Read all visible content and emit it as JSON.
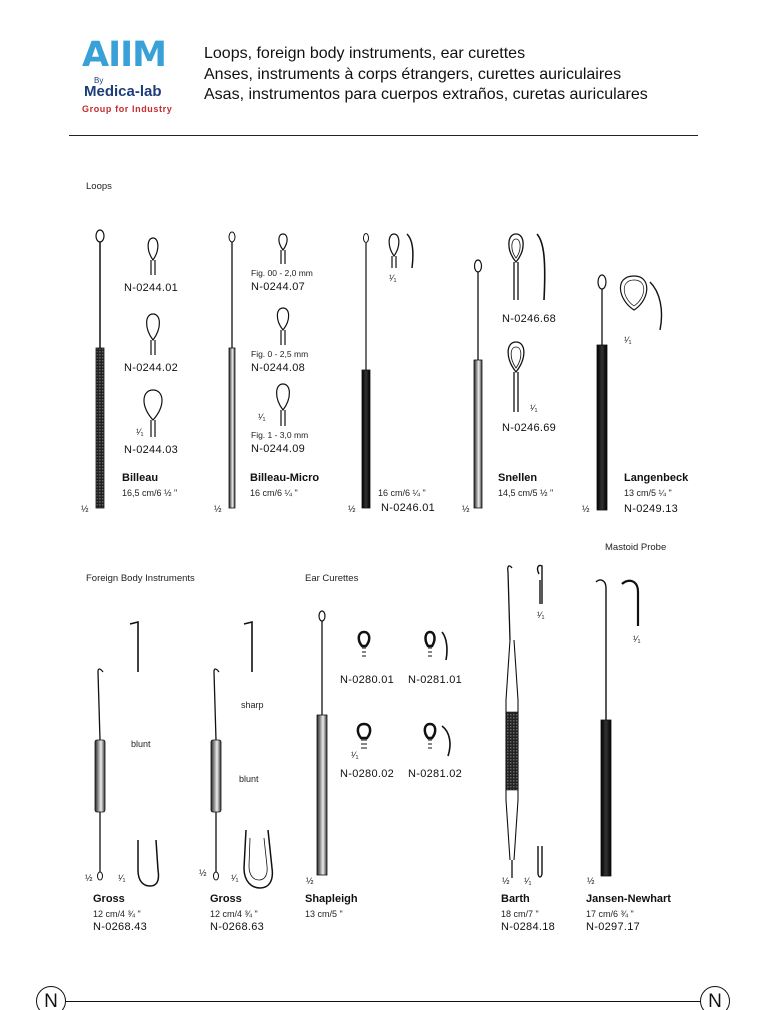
{
  "logo": {
    "main": "AIIM",
    "by": "By",
    "sub": "Medica-lab",
    "tagline": "Group for Industry"
  },
  "header": {
    "title_en": "Loops, foreign body instruments, ear curettes",
    "title_fr": "Anses, instruments à corps étrangers, curettes auriculaires",
    "title_es": "Asas, instrumentos para cuerpos extraños, curetas auriculares"
  },
  "colors": {
    "logo_blue": "#3aa0d8",
    "logo_navy": "#1d3e7a",
    "logo_red": "#c52c2c"
  },
  "sections": {
    "loops": "Loops",
    "mastoid": "Mastoid Probe",
    "foreign_body": "Foreign Body Instruments",
    "ear_curettes": "Ear Curettes"
  },
  "loops": {
    "billeau": {
      "name": "Billeau",
      "size": "16,5 cm/6 ½ \"",
      "scale": "½",
      "codes": [
        "N-0244.01",
        "N-0244.02",
        "N-0244.03"
      ],
      "detail_scale": "¹⁄₁"
    },
    "billeau_micro": {
      "name": "Billeau-Micro",
      "size": "16 cm/6 ¼ \"",
      "scale": "½",
      "figs": [
        "Fig. 00 - 2,0 mm",
        "Fig. 0 - 2,5 mm",
        "Fig. 1 - 3,0 mm"
      ],
      "codes": [
        "N-0244.07",
        "N-0244.08",
        "N-0244.09"
      ],
      "detail_scale": "¹⁄₁"
    },
    "plain": {
      "size": "16 cm/6 ¼ \"",
      "scale": "½",
      "code": "N-0246.01",
      "detail_scale": "¹⁄₁"
    },
    "snellen": {
      "name": "Snellen",
      "size": "14,5 cm/5 ½ \"",
      "scale": "½",
      "codes": [
        "N-0246.68",
        "N-0246.69"
      ],
      "detail_scale": "¹⁄₁"
    },
    "langenbeck": {
      "name": "Langenbeck",
      "size": "13 cm/5 ¼ \"",
      "scale": "½",
      "code": "N-0249.13",
      "detail_scale": "¹⁄₁"
    }
  },
  "foreign_body": {
    "gross1": {
      "name": "Gross",
      "size": "12 cm/4 ¾ \"",
      "code": "N-0268.43",
      "scale": "½",
      "detail_scale": "¹⁄₁",
      "note": "blunt"
    },
    "gross2": {
      "name": "Gross",
      "size": "12 cm/4 ¾ \"",
      "code": "N-0268.63",
      "scale": "½",
      "detail_scale": "¹⁄₁",
      "note_sharp": "sharp",
      "note_blunt": "blunt"
    }
  },
  "ear_curettes": {
    "shapleigh": {
      "name": "Shapleigh",
      "size": "13 cm/5 \"",
      "scale": "½",
      "codes": [
        "N-0280.01",
        "N-0281.01",
        "N-0280.02",
        "N-0281.02"
      ],
      "detail_scale": "¹⁄₁"
    },
    "barth": {
      "name": "Barth",
      "size": "18 cm/7 \"",
      "code": "N-0284.18",
      "scale": "½",
      "detail_scale": "¹⁄₁"
    }
  },
  "mastoid": {
    "jansen": {
      "name": "Jansen-Newhart",
      "size": "17 cm/6 ¾ \"",
      "code": "N-0297.17",
      "scale": "½",
      "detail_scale": "¹⁄₁"
    }
  },
  "footer": {
    "badge_left": "N",
    "badge_right": "N"
  }
}
